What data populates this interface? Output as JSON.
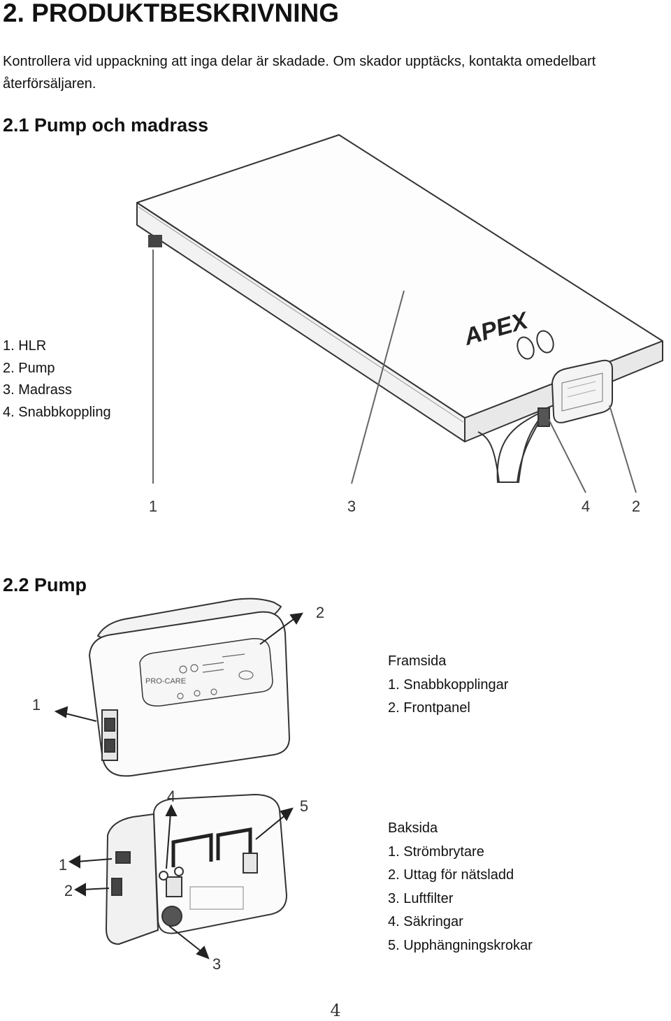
{
  "heading": "2. PRODUKTBESKRIVNING",
  "intro": "Kontrollera vid uppackning att inga delar är skadade. Om skador upptäcks, kontakta omedelbart återförsäljaren.",
  "section1": {
    "title": "2.1 Pump och madrass",
    "items": [
      "1. HLR",
      "2. Pump",
      "3. Madrass",
      "4. Snabbkoppling"
    ],
    "callouts": [
      "1",
      "3",
      "4",
      "2"
    ],
    "brand_logo": "APEX"
  },
  "section2": {
    "title": "2.2 Pump",
    "front": {
      "heading": "Framsida",
      "items": [
        "1. Snabbkopplingar",
        "2. Frontpanel"
      ],
      "callouts": [
        "1",
        "2"
      ]
    },
    "back": {
      "heading": "Baksida",
      "items": [
        "1. Strömbrytare",
        "2. Uttag för nätsladd",
        "3. Luftfilter",
        "4. Säkringar",
        "5. Upphängningskrokar"
      ],
      "callouts": [
        "1",
        "2",
        "3",
        "4",
        "5"
      ]
    }
  },
  "page_number": "4"
}
